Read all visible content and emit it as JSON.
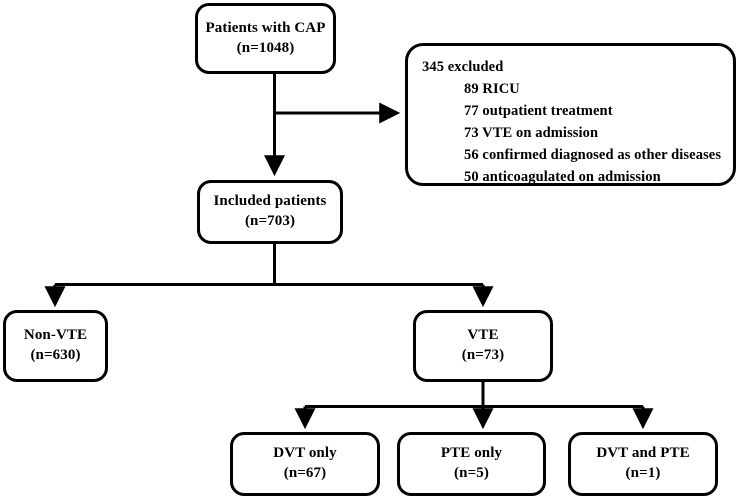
{
  "figure": {
    "type": "flowchart",
    "title": "Patient selection flow diagram",
    "background_color": "#ffffff",
    "stroke_color": "#000000"
  },
  "nodes": {
    "cap": {
      "label": "Patients with CAP",
      "count": "(n=1048)"
    },
    "excluded": {
      "heading": "345 excluded",
      "reasons": [
        "89 RICU",
        "77 outpatient treatment",
        "73 VTE on admission",
        "56 confirmed diagnosed as other diseases",
        "50 anticoagulated on admission"
      ]
    },
    "included": {
      "label": "Included patients",
      "count": "(n=703)"
    },
    "non_vte": {
      "label": "Non-VTE",
      "count": "(n=630)"
    },
    "vte": {
      "label": "VTE",
      "count": "(n=73)"
    },
    "dvt_only": {
      "label": "DVT only",
      "count": "(n=67)"
    },
    "pte_only": {
      "label": "PTE only",
      "count": "(n=5)"
    },
    "dvt_and_pte": {
      "label": "DVT and PTE",
      "count": "(n=1)"
    }
  }
}
